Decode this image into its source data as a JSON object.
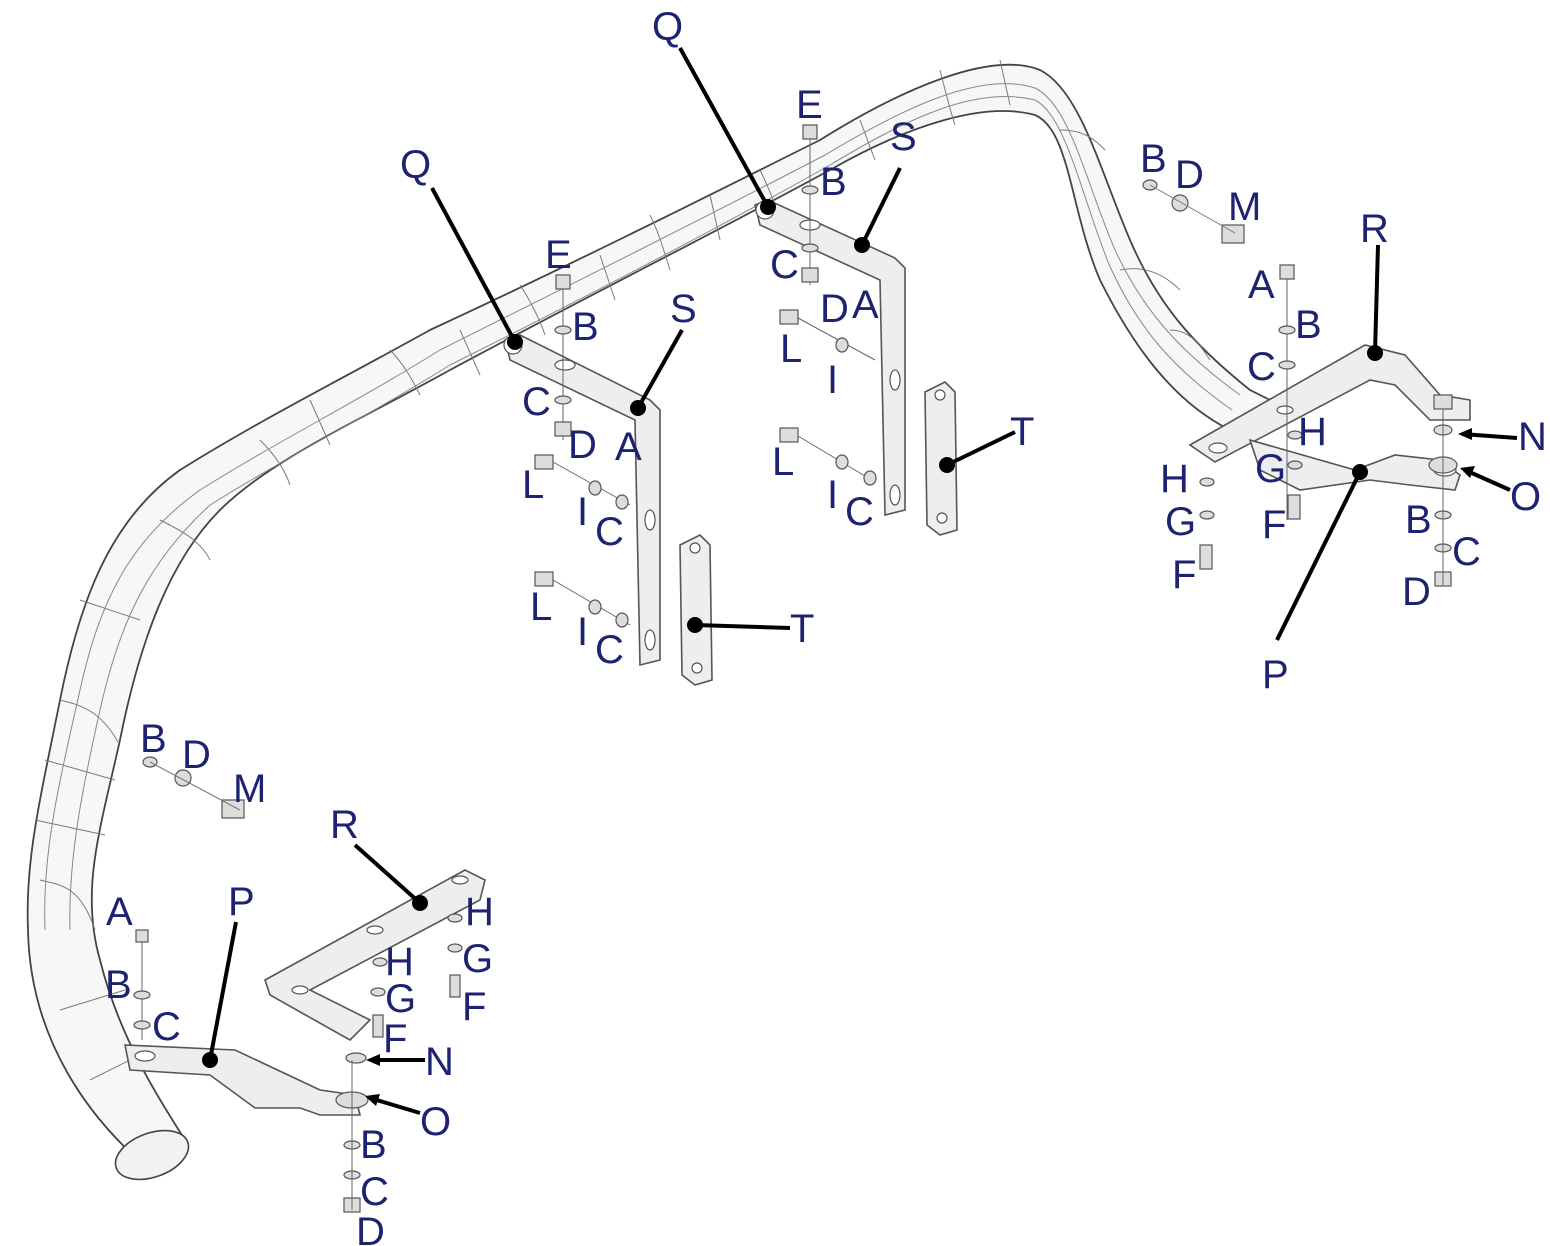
{
  "diagram": {
    "labels": [
      {
        "text": "Q"
      },
      {
        "text": "Q"
      },
      {
        "text": "E"
      },
      {
        "text": "E"
      },
      {
        "text": "B"
      },
      {
        "text": "B"
      },
      {
        "text": "B"
      },
      {
        "text": "B"
      },
      {
        "text": "B"
      },
      {
        "text": "B"
      },
      {
        "text": "B"
      },
      {
        "text": "B"
      },
      {
        "text": "S"
      },
      {
        "text": "S"
      },
      {
        "text": "C"
      },
      {
        "text": "C"
      },
      {
        "text": "C"
      },
      {
        "text": "C"
      },
      {
        "text": "C"
      },
      {
        "text": "C"
      },
      {
        "text": "C"
      },
      {
        "text": "C"
      },
      {
        "text": "C"
      },
      {
        "text": "D"
      },
      {
        "text": "D"
      },
      {
        "text": "D"
      },
      {
        "text": "D"
      },
      {
        "text": "D"
      },
      {
        "text": "D"
      },
      {
        "text": "A"
      },
      {
        "text": "A"
      },
      {
        "text": "A"
      },
      {
        "text": "A"
      },
      {
        "text": "L"
      },
      {
        "text": "L"
      },
      {
        "text": "L"
      },
      {
        "text": "L"
      },
      {
        "text": "I"
      },
      {
        "text": "I"
      },
      {
        "text": "I"
      },
      {
        "text": "I"
      },
      {
        "text": "T"
      },
      {
        "text": "T"
      },
      {
        "text": "M"
      },
      {
        "text": "M"
      },
      {
        "text": "R"
      },
      {
        "text": "R"
      },
      {
        "text": "H"
      },
      {
        "text": "H"
      },
      {
        "text": "H"
      },
      {
        "text": "H"
      },
      {
        "text": "G"
      },
      {
        "text": "G"
      },
      {
        "text": "G"
      },
      {
        "text": "G"
      },
      {
        "text": "F"
      },
      {
        "text": "F"
      },
      {
        "text": "F"
      },
      {
        "text": "F"
      },
      {
        "text": "N"
      },
      {
        "text": "N"
      },
      {
        "text": "O"
      },
      {
        "text": "O"
      },
      {
        "text": "P"
      },
      {
        "text": "P"
      }
    ]
  }
}
